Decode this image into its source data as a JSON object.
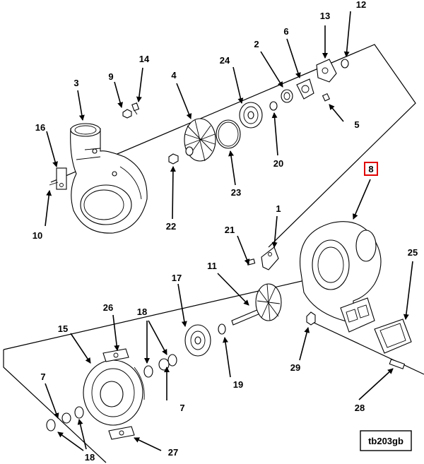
{
  "callouts": {
    "c1": "1",
    "c2": "2",
    "c3": "3",
    "c4": "4",
    "c5": "5",
    "c6": "6",
    "c7a": "7",
    "c7b": "7",
    "c8": "8",
    "c9": "9",
    "c10": "10",
    "c11": "11",
    "c12": "12",
    "c13": "13",
    "c14": "14",
    "c15": "15",
    "c16": "16",
    "c17": "17",
    "c18a": "18",
    "c18b": "18",
    "c19": "19",
    "c20": "20",
    "c21": "21",
    "c22": "22",
    "c23": "23",
    "c24": "24",
    "c25": "25",
    "c26": "26",
    "c27": "27",
    "c28": "28",
    "c29": "29"
  },
  "highlight": {
    "callout": "8",
    "color": "#e00000"
  },
  "reference": "tb203gb"
}
